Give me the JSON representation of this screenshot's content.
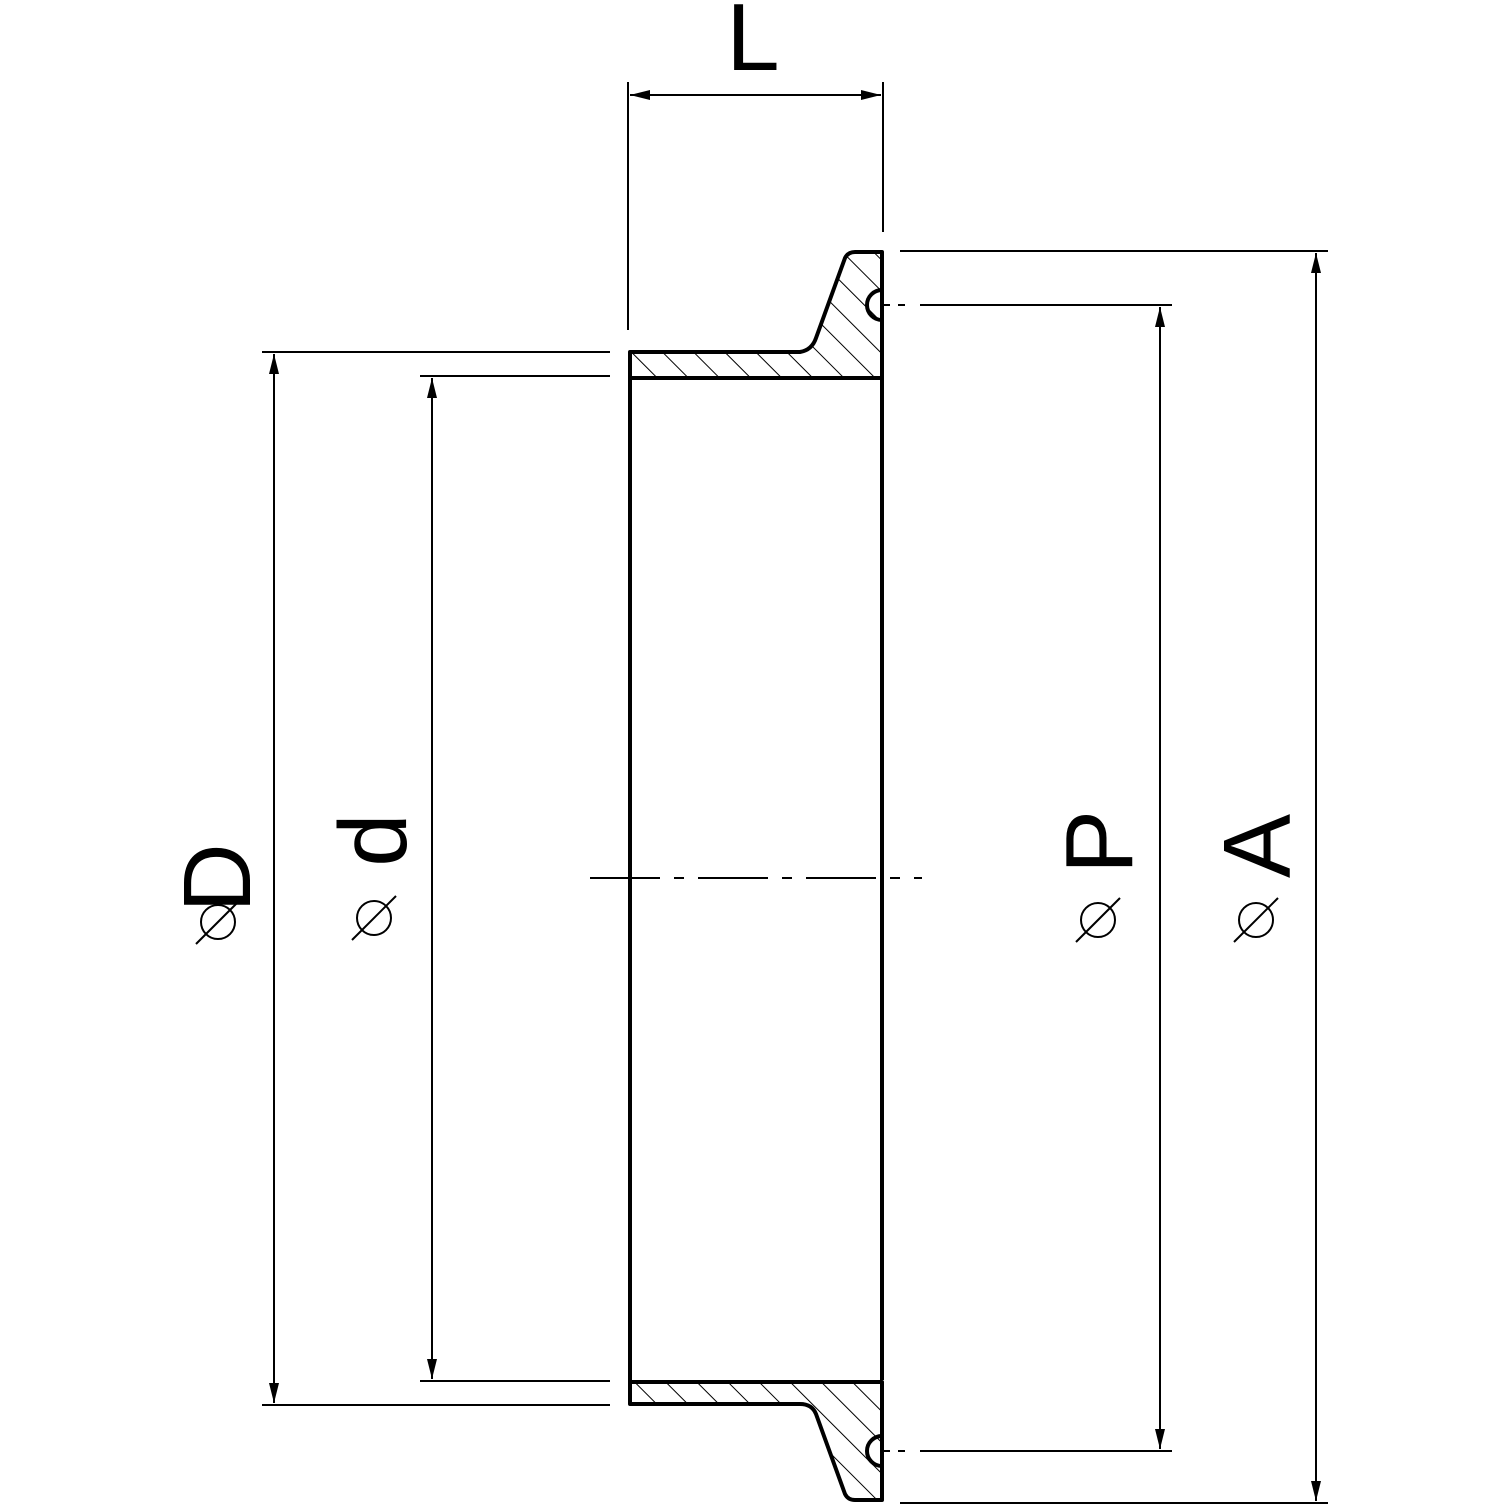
{
  "dimensions": {
    "L": "L",
    "D": "D",
    "d": "d",
    "P": "P",
    "A": "A"
  },
  "colors": {
    "line": "#000000",
    "background": "#ffffff"
  }
}
